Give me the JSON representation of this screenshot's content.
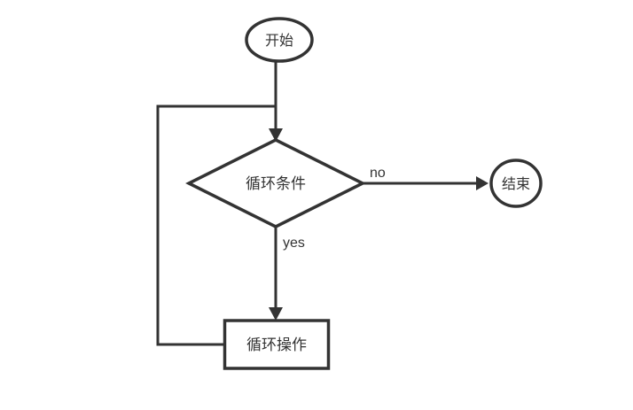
{
  "canvas": {
    "background": "#ffffff",
    "stroke_color": "#333333",
    "node_fill": "#ffffff",
    "text_color": "#333333"
  },
  "diagram": {
    "type": "flowchart",
    "nodes": [
      {
        "id": "start",
        "shape": "ellipse",
        "label": "开始"
      },
      {
        "id": "loop-condition",
        "shape": "diamond",
        "label": "循环条件"
      },
      {
        "id": "end",
        "shape": "ellipse",
        "label": "结束"
      },
      {
        "id": "loop-operation",
        "shape": "rectangle",
        "label": "循环操作"
      }
    ],
    "edges": [
      {
        "from": "start",
        "to": "loop-condition",
        "label": ""
      },
      {
        "from": "loop-condition",
        "to": "end",
        "label": "no"
      },
      {
        "from": "loop-condition",
        "to": "loop-operation",
        "label": "yes"
      },
      {
        "from": "loop-operation",
        "to": "loop-condition",
        "label": "",
        "type": "loop-back"
      }
    ]
  }
}
